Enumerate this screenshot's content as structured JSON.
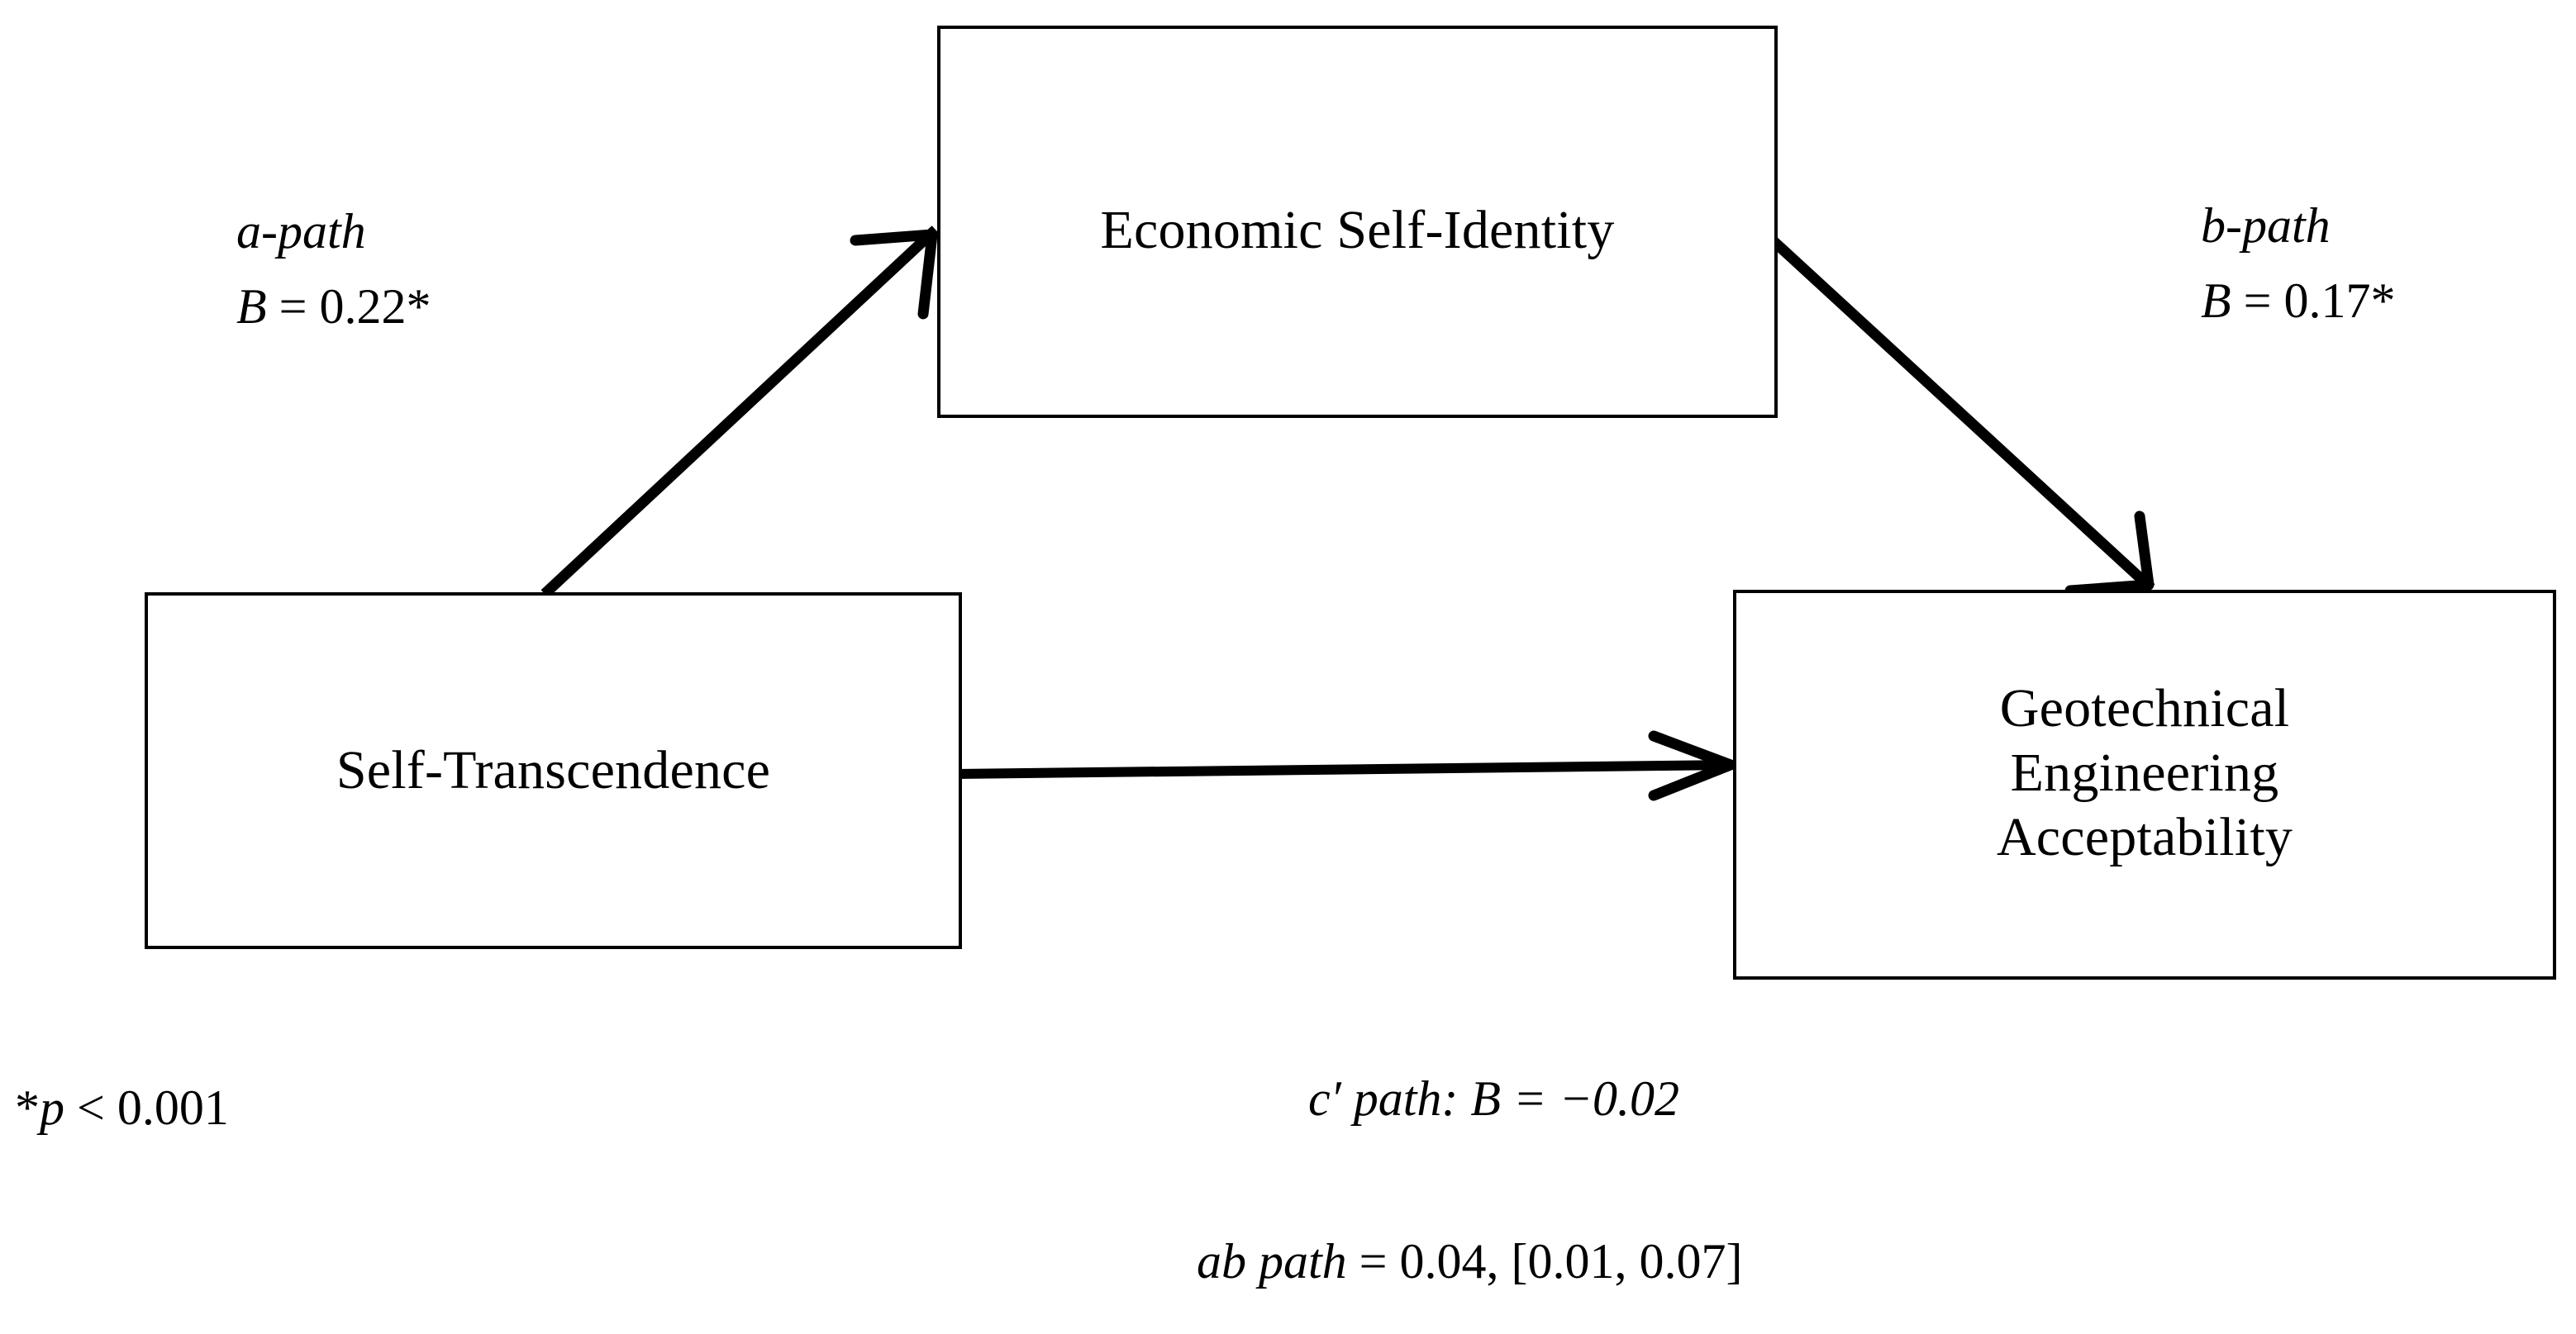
{
  "figure": {
    "type": "mediation-path-diagram",
    "background_color": "#ffffff",
    "line_color": "#000000"
  },
  "nodes": {
    "mediator": {
      "id": "economic-self-identity",
      "label": "Economic Self-Identity",
      "role": "mediator"
    },
    "predictor": {
      "id": "self-transcendence",
      "label": "Self-Transcendence",
      "role": "predictor"
    },
    "outcome": {
      "id": "geotechnical-engineering-acceptability",
      "label": "Geotechnical\nEngineering\nAcceptability",
      "role": "outcome"
    }
  },
  "paths": {
    "a": {
      "name": "a-path",
      "coefficient_symbol": "B",
      "equals": " = ",
      "value": "0.22*",
      "from": "self-transcendence",
      "to": "economic-self-identity"
    },
    "b": {
      "name": "b-path",
      "coefficient_symbol": "B",
      "equals": " = ",
      "value": "0.17*",
      "from": "economic-self-identity",
      "to": "geotechnical-engineering-acceptability"
    },
    "c_prime": {
      "text": "c′ path: B = −0.02",
      "from": "self-transcendence",
      "to": "geotechnical-engineering-acceptability"
    },
    "ab": {
      "label": "ab path",
      "rest": " = 0.04, [0.01, 0.07]"
    }
  },
  "footnotes": {
    "significance_star": "*",
    "significance_p": "p",
    "significance_rest": " < 0.001"
  }
}
